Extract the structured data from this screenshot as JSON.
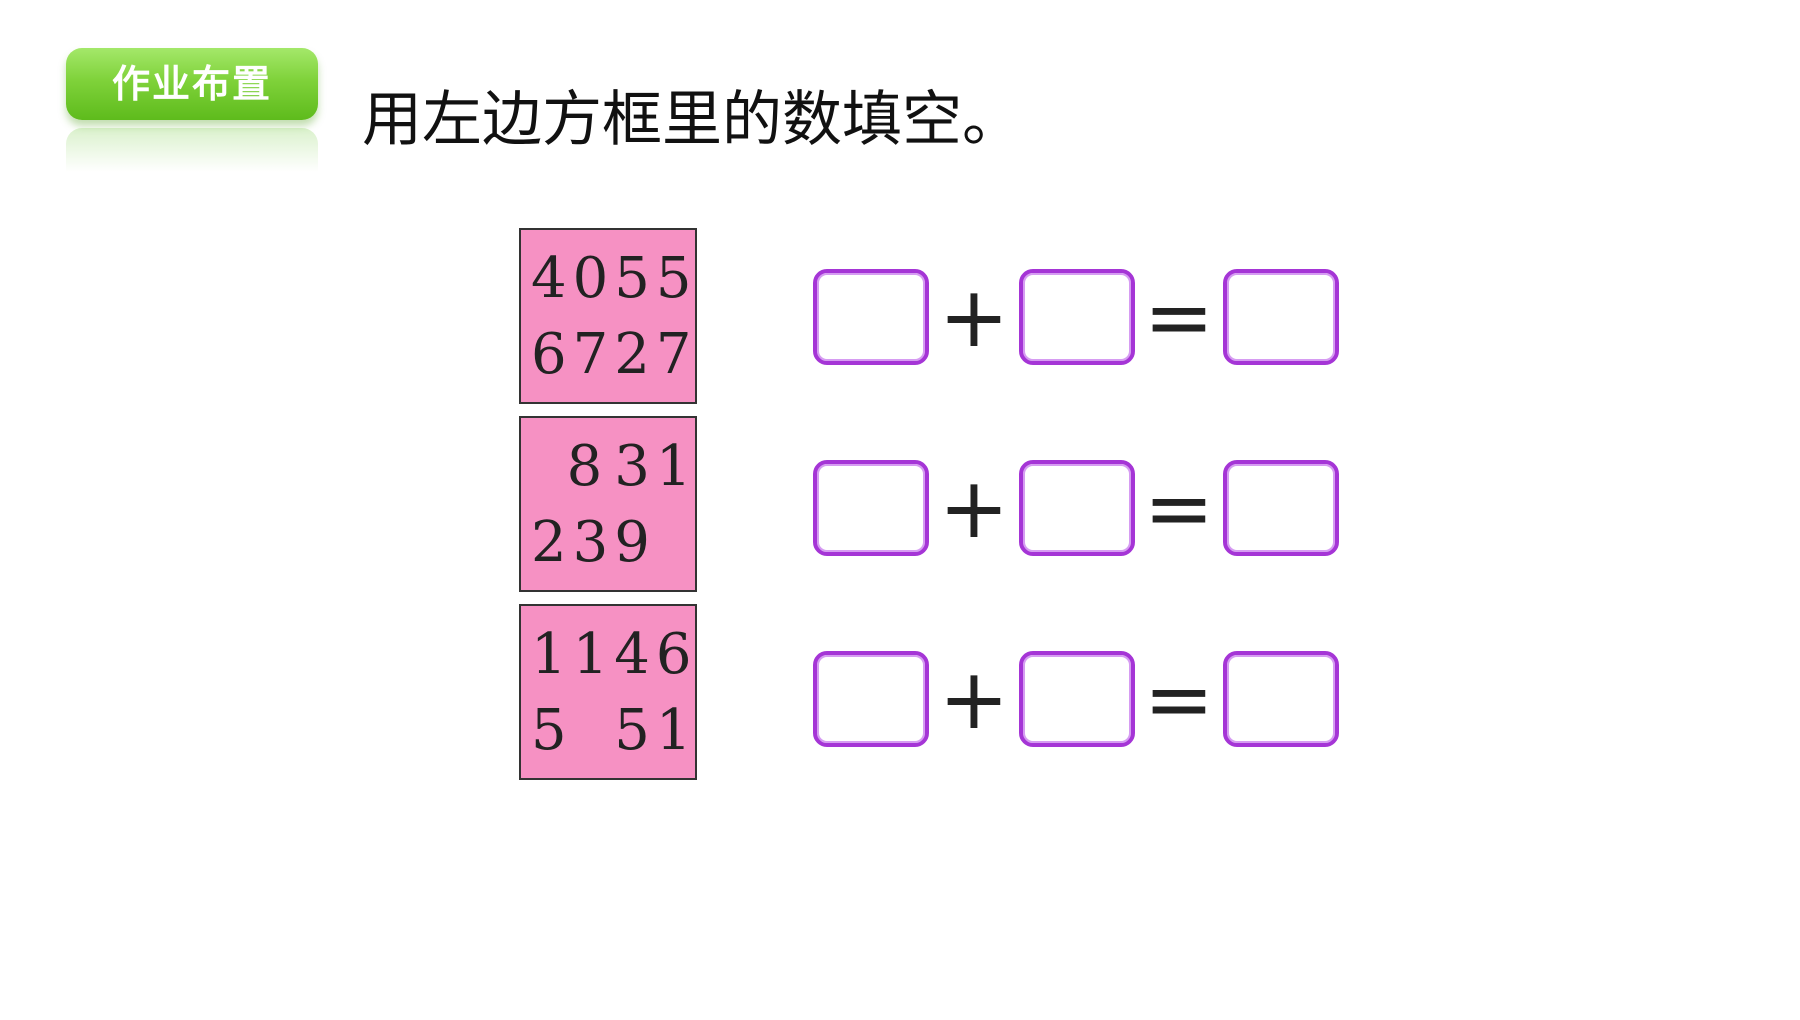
{
  "badge": {
    "label": "作业布置"
  },
  "title": "用左边方框里的数填空。",
  "number_boxes": [
    {
      "numbers": [
        "40",
        "55",
        "67",
        "27"
      ]
    },
    {
      "numbers": [
        "8",
        "31",
        "23",
        "9"
      ]
    },
    {
      "numbers": [
        "11",
        "46",
        "5",
        "51"
      ]
    }
  ],
  "equations": [
    {
      "plus": "+",
      "equals": "="
    },
    {
      "plus": "+",
      "equals": "="
    },
    {
      "plus": "+",
      "equals": "="
    }
  ],
  "colors": {
    "badge_green": "#7fd23a",
    "number_box_pink": "#f691c3",
    "slot_border_purple": "#a535d6"
  }
}
